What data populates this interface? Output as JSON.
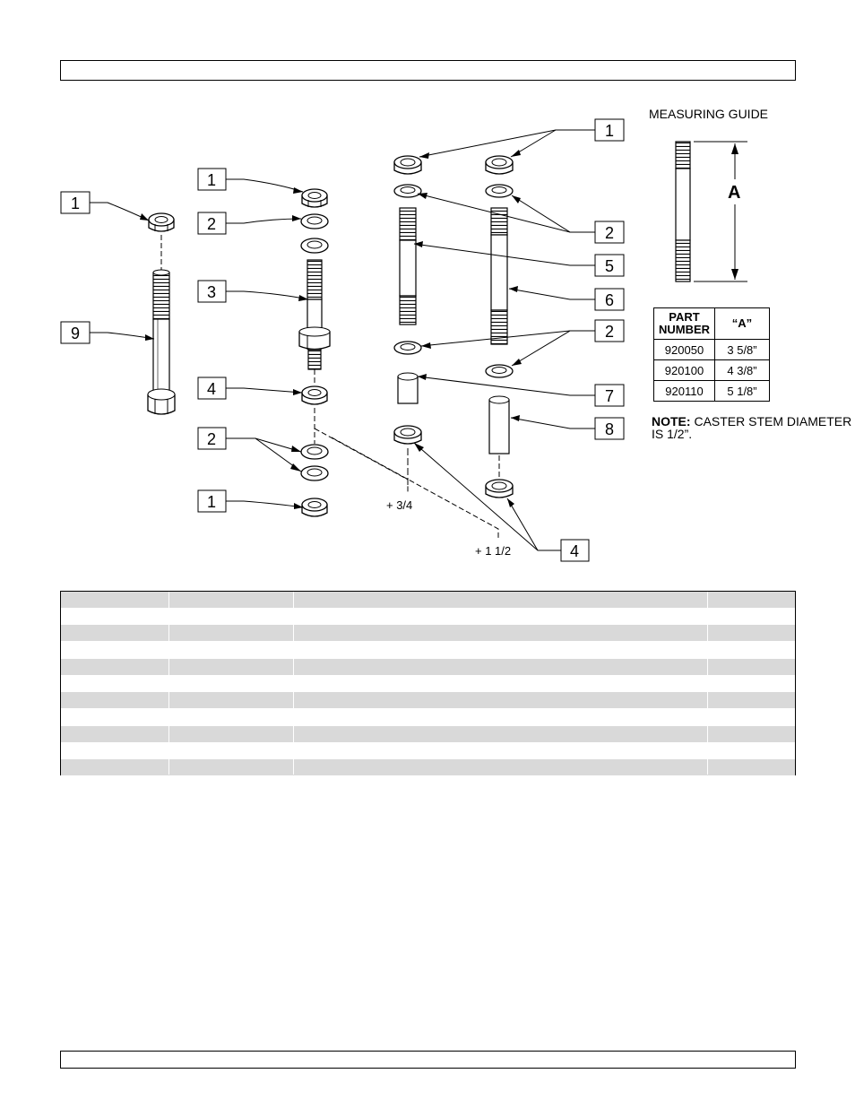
{
  "callouts": {
    "left_nut": "1",
    "left_bolt": "9",
    "mid_top_nut": "1",
    "mid_washer": "2",
    "mid_stem": "3",
    "mid_nut": "4",
    "mid_washers_lower": "2",
    "mid_bottom_nut": "1",
    "right_top_nuts": "1",
    "right_washers_top": "2",
    "stem_short": "5",
    "stem_long": "6",
    "right_washers_mid": "2",
    "spacer_short": "7",
    "spacer_long": "8",
    "right_bottom_nuts": "4"
  },
  "dimension_labels": {
    "plus_three_quarter": "+ 3/4",
    "plus_one_half": "+ 1 1/2"
  },
  "measuring_guide": {
    "title": "MEASURING GUIDE",
    "dimension_letter": "A",
    "table": {
      "header_part": "PART NUMBER",
      "header_a": "“A”",
      "rows": [
        {
          "part": "920050",
          "a": "3 5/8”"
        },
        {
          "part": "920100",
          "a": "4 3/8”"
        },
        {
          "part": "920110",
          "a": "5 1/8”"
        }
      ]
    },
    "note_label": "NOTE:",
    "note_text": "CASTER STEM DIAMETER IS 1/2”."
  },
  "colors": {
    "table_shade": "#d9d9d9",
    "line": "#000000"
  }
}
